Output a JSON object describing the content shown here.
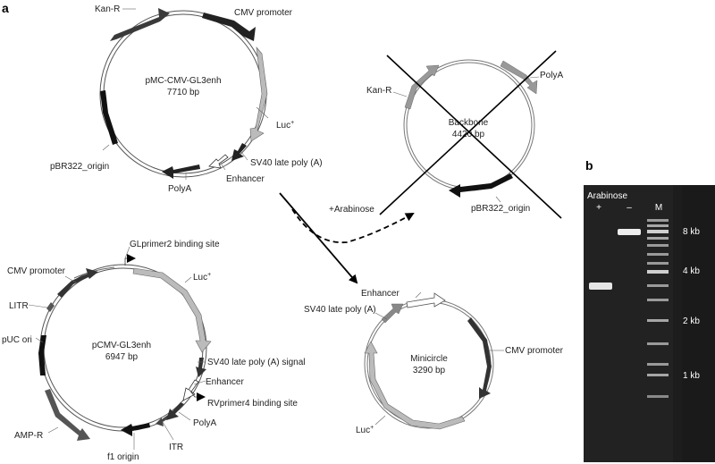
{
  "panel_a": "a",
  "panel_b": "b",
  "plasmid1": {
    "name": "pMC-CMV-GL3enh",
    "size": "7710 bp",
    "labels": {
      "kanr": "Kan-R",
      "cmv": "CMV promoter",
      "luc": "Luc",
      "sv40": "SV40 late poly (A)",
      "enhancer": "Enhancer",
      "polya": "PolyA",
      "pbr": "pBR322_origin"
    }
  },
  "backbone": {
    "name": "Backbone",
    "size": "4420 bp",
    "labels": {
      "kanr": "Kan-R",
      "polya": "PolyA",
      "pbr": "pBR322_origin"
    }
  },
  "plasmid2": {
    "name": "pCMV-GL3enh",
    "size": "6947 bp",
    "labels": {
      "glprimer": "GLprimer2 binding site",
      "luc": "Luc",
      "cmv": "CMV promoter",
      "litr": "LITR",
      "puc": "pUC ori",
      "sv40": "SV40 late poly (A) signal",
      "enhancer": "Enhancer",
      "rvprimer": "RVprimer4 binding site",
      "polya": "PolyA",
      "ampr": "AMP-R",
      "itr": "ITR",
      "f1": "f1 origin"
    }
  },
  "minicircle": {
    "name": "Minicircle",
    "size": "3290 bp",
    "labels": {
      "enhancer": "Enhancer",
      "sv40": "SV40 late poly (A)",
      "cmv": "CMV promoter",
      "luc": "Luc"
    }
  },
  "arabinose_arrow": "+Arabinose",
  "luc_superscript": "+",
  "gel": {
    "title": "Arabinose",
    "lanes": [
      "+",
      "–",
      "M"
    ],
    "markers": [
      "8 kb",
      "4 kb",
      "2 kb",
      "1 kb"
    ]
  }
}
